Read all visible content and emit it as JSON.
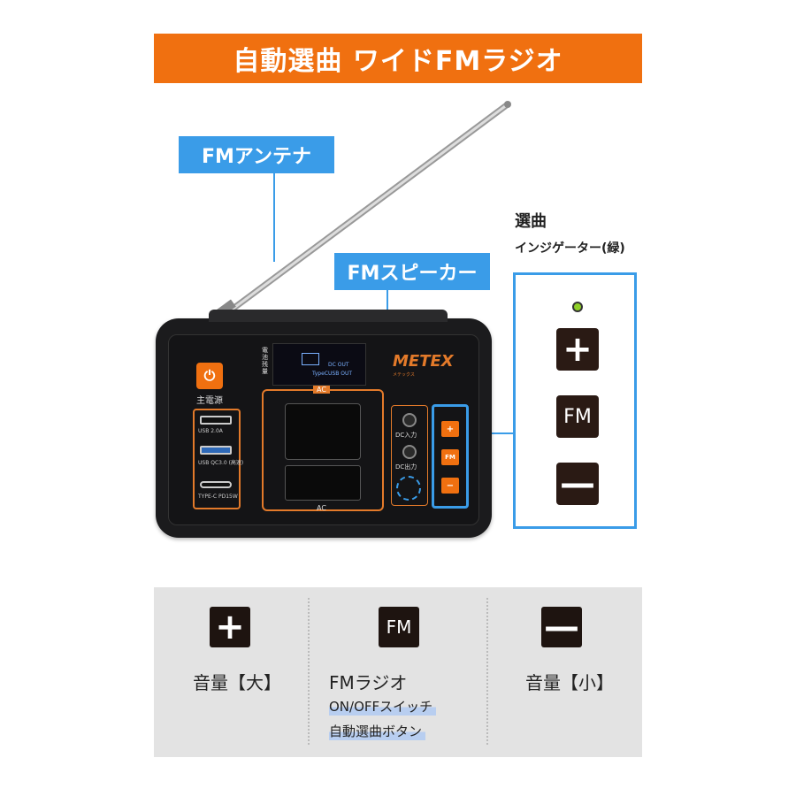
{
  "title": "自動選曲 ワイドFMラジオ",
  "callouts": {
    "antenna": "FMアンテナ",
    "speaker": "FMスピーカー"
  },
  "indicator": {
    "title": "選曲",
    "subtitle": "インジゲーター(緑)",
    "led_color": "#8fd028"
  },
  "zoom_buttons": {
    "plus": "+",
    "fm": "FM",
    "minus": "—"
  },
  "device": {
    "power_label": "主電源",
    "usb_ports": [
      "USB 2.0A",
      "USB QC3.0 (高速)",
      "TYPE-C PD15W"
    ],
    "screen_label": "電池残量",
    "screen_line1": "DC OUT",
    "screen_line2": "USB OUT",
    "screen_type": "TypeC",
    "ac_top": "AC",
    "ac_bottom": "AC",
    "dc_in": "DC入力",
    "dc_out": "DC出力",
    "brand": "METEX",
    "brand_sub": "メテックス",
    "radio_plus": "+",
    "radio_fm": "FM",
    "radio_minus": "−"
  },
  "info": {
    "col1": {
      "button": "+",
      "label": "音量【大】"
    },
    "col2": {
      "button": "FM",
      "label": "FMラジオ",
      "line2": "ON/OFFスイッチ",
      "line3": "自動選曲ボタン"
    },
    "col3": {
      "button": "—",
      "label": "音量【小】"
    }
  },
  "colors": {
    "accent_orange": "#f07010",
    "accent_blue": "#3a9ce8"
  }
}
